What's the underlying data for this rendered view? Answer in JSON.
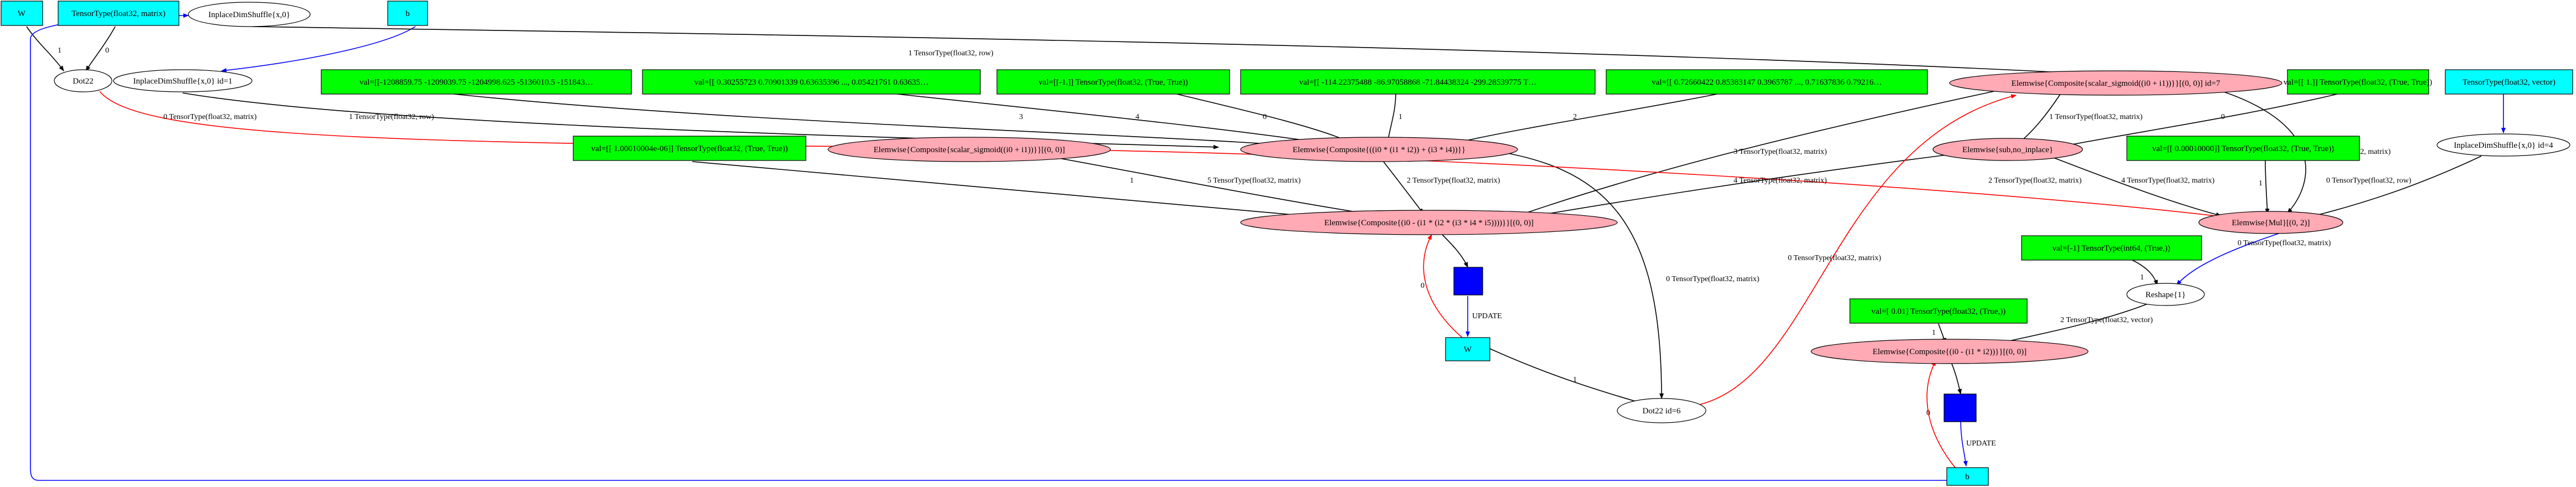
{
  "graph": {
    "colors": {
      "black": "#000000",
      "red": "#ff0000",
      "blue": "#0000ff",
      "cyan": "#00ffff",
      "green": "#00ff00",
      "pink": "#ffaab4",
      "white": "#ffffff"
    },
    "nodes": {
      "w_in": "W",
      "tensor_matrix_in": "TensorType(float32, matrix)",
      "dimshuffle_x0_top": "InplaceDimShuffle{x,0}",
      "b_in": "b",
      "dot22": "Dot22",
      "dimshuffle_x0_id1": "InplaceDimShuffle{x,0} id=1",
      "val_large": "val=[[-1208859.75  -1209039.75  -1204998.625 -5136010.5    -151843…",
      "val_small": "val=[[ 0.30255723  0.70901339  0.63635396 ...,  0.05421761  0.63635…",
      "val_neg1": "val=[[-1.]] TensorType(float32, (True, True))",
      "val_114": "val=[[ -114.22375488   -86.97058868   -71.84438324   -299.28539775 T…",
      "val_072": "val=[[ 0.72660422  0.85383147  0.3965787  ...,  0.71637836  0.79216…",
      "sigmoid_id7": "Elemwise{Composite{scalar_sigmoid((i0 + i1))}}[(0, 0)] id=7",
      "val_one": "val=[[ 1.]] TensorType(float32, (True, True))",
      "tensor_vector_in": "TensorType(float32, vector)",
      "sigmoid_mid": "Elemwise{Composite{scalar_sigmoid((i0 + i1))}}[(0, 0)]",
      "composite_i0i1": "Elemwise{Composite{((i0 * (i1 * i2)) + (i3 * i4))}}",
      "sub_no_inplace": "Elemwise{sub,no_inplace}",
      "dimshuffle_id4": "InplaceDimShuffle{x,0} id=4",
      "val_1e06": "val=[[  1.00010004e-06]] TensorType(float32, (True, True))",
      "val_0001": "val=[[ 0.00010000]] TensorType(float32, (True, True))",
      "composite_big": "Elemwise{Composite{(i0 - (i1 * (i2 * (i3 * i4 * i5))))}}[(0, 0)]",
      "mul_02": "Elemwise{Mul}[(0, 2)]",
      "val_neg1_int": "val=[-1] TensorType(int64, (True,))",
      "reshape": "Reshape{1}",
      "val_001": "val=[ 0.01] TensorType(float32, (True,))",
      "composite_vec": "Elemwise{Composite{(i0 - (i1 * i2))}}[(0, 0)]",
      "w_out": "W",
      "dot22_id6": "Dot22 id=6",
      "b_out": "b"
    },
    "edges": {
      "e_w_dot": "1",
      "e_tm_dot": "0",
      "e_b_ds": "",
      "e_row_sig7": "1 TensorType(float32, row)",
      "e_dot_sigmid": "0 TensorType(float32, matrix)",
      "e_id1_comp": "1 TensorType(float32, row)",
      "e_large_comp": "3",
      "e_small_comp": "4",
      "e_neg1_comp": "0",
      "e_114_comp": "1",
      "e_072_comp": "2",
      "e_sig7_sub": "1 TensorType(float32, matrix)",
      "e_one_sub": "0",
      "e_sig7_big": "3 TensorType(float32, matrix)",
      "e_sig7_mul": "3 TensorType(float32, matrix)",
      "e_sigmid_big": "5 TensorType(float32, matrix)",
      "e_sigmid_mul": "2 TensorType(float32, matrix)",
      "e_comp_big": "2 TensorType(float32, matrix)",
      "e_comp_dot6": "0 TensorType(float32, matrix)",
      "e_1e06_big": "1",
      "e_sub_big": "4 TensorType(float32, matrix)",
      "e_sub_mul": "4 TensorType(float32, matrix)",
      "e_0001_mul": "1",
      "e_id4_mul": "0 TensorType(float32, row)",
      "e_mul_reshape": "0 TensorType(float32, matrix)",
      "e_negint_reshape": "1",
      "e_reshape_vec": "2 TensorType(float32, vector)",
      "e_001_vec": "1",
      "e_dot6_sig7": "0 TensorType(float32, matrix)",
      "e_w_dot6": "1",
      "e_update_w": "UPDATE",
      "e_update_b": "UPDATE",
      "e_wout_big": "0",
      "e_bout_vec": "0",
      "e_b_dimshuffle_top": ""
    }
  }
}
